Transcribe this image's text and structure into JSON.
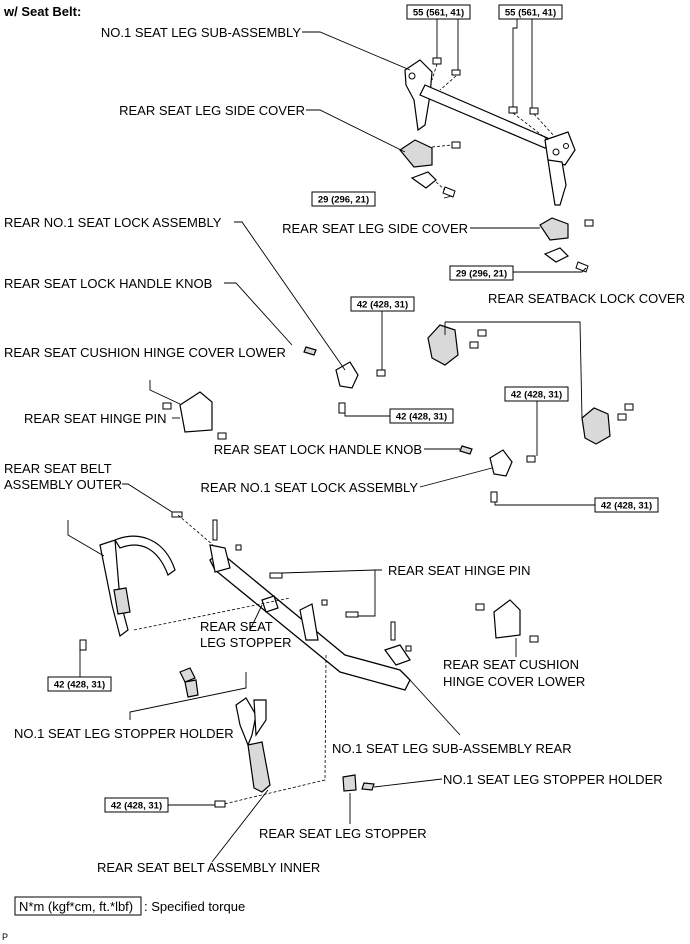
{
  "title": "w/ Seat Belt:",
  "labels": {
    "no1_seat_leg_sub_assembly": "NO.1 SEAT LEG SUB-ASSEMBLY",
    "rear_seat_leg_side_cover_top": "REAR SEAT LEG SIDE COVER",
    "rear_no1_seat_lock_assembly_left": "REAR NO.1 SEAT LOCK ASSEMBLY",
    "rear_seat_leg_side_cover_right": "REAR SEAT LEG SIDE COVER",
    "rear_seat_lock_handle_knob_left": "REAR SEAT LOCK HANDLE KNOB",
    "rear_seatback_lock_cover": "REAR SEATBACK LOCK COVER",
    "rear_seat_cushion_hinge_cover_lower_left": "REAR SEAT CUSHION HINGE COVER LOWER",
    "rear_seat_hinge_pin_left": "REAR SEAT HINGE PIN",
    "rear_seat_lock_handle_knob_right": "REAR SEAT LOCK HANDLE KNOB",
    "rear_seat_belt_assembly_outer_1": "REAR SEAT BELT",
    "rear_seat_belt_assembly_outer_2": "ASSEMBLY OUTER",
    "rear_no1_seat_lock_assembly_right": "REAR NO.1 SEAT LOCK ASSEMBLY",
    "rear_seat_hinge_pin_right": "REAR SEAT HINGE PIN",
    "rear_seat_leg_stopper_1": "REAR SEAT",
    "rear_seat_leg_stopper_2": "LEG STOPPER",
    "rear_seat_cushion_hinge_cover_lower_right_1": "REAR SEAT CUSHION",
    "rear_seat_cushion_hinge_cover_lower_right_2": "HINGE COVER LOWER",
    "no1_seat_leg_stopper_holder_left": "NO.1 SEAT LEG STOPPER HOLDER",
    "no1_seat_leg_sub_assembly_rear": "NO.1 SEAT LEG SUB-ASSEMBLY REAR",
    "no1_seat_leg_stopper_holder_right": "NO.1 SEAT LEG STOPPER HOLDER",
    "rear_seat_leg_stopper_bottom": "REAR SEAT LEG STOPPER",
    "rear_seat_belt_assembly_inner": "REAR SEAT BELT ASSEMBLY INNER"
  },
  "torques": {
    "t55_a": "55 (561, 41)",
    "t55_b": "55 (561, 41)",
    "t29_a": "29 (296, 21)",
    "t29_b": "29 (296, 21)",
    "t42_a": "42 (428, 31)",
    "t42_b": "42 (428, 31)",
    "t42_c": "42 (428, 31)",
    "t42_d": "42 (428, 31)",
    "t42_e": "42 (428, 31)",
    "t42_f": "42 (428, 31)"
  },
  "legend": {
    "box_text": "N*m (kgf*cm, ft.*lbf)",
    "desc": ": Specified torque"
  },
  "corner_mark": "P"
}
